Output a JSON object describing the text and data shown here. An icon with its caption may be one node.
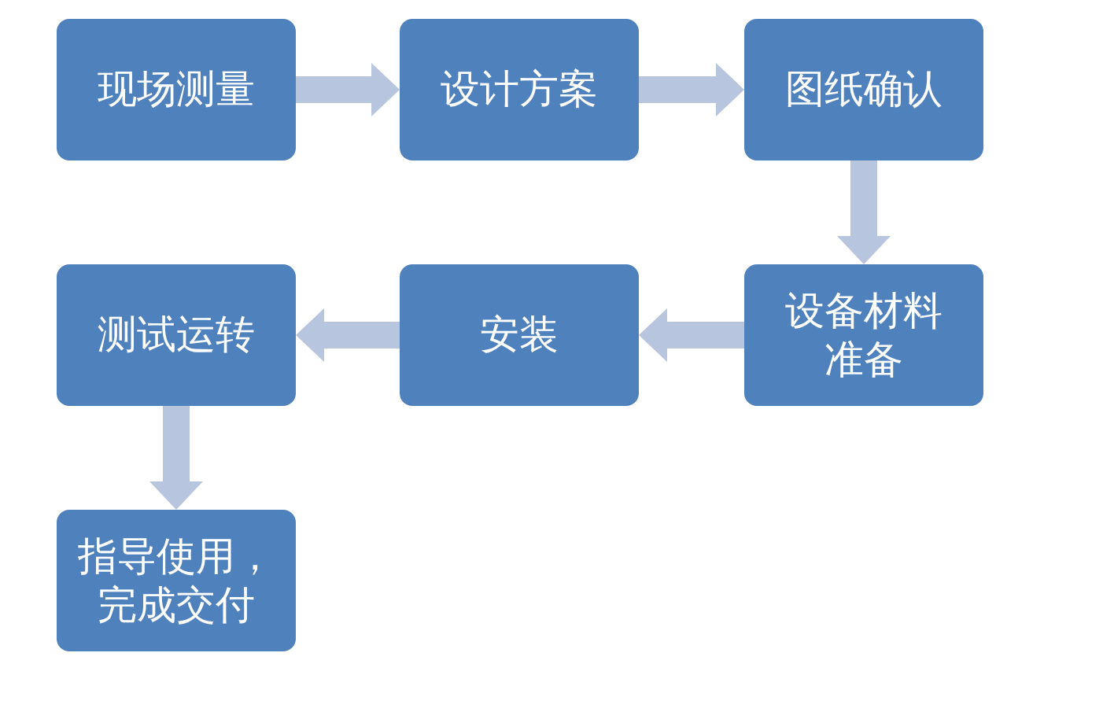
{
  "diagram": {
    "nodes": [
      {
        "text": [
          "现场测量"
        ]
      },
      {
        "text": [
          "设计方案"
        ]
      },
      {
        "text": [
          "图纸确认"
        ]
      },
      {
        "text": [
          "设备材料准备"
        ]
      },
      {
        "text": [
          "安装"
        ]
      },
      {
        "text": [
          "测试运转"
        ]
      },
      {
        "text": [
          "指导使用，完成交付"
        ]
      }
    ],
    "edges": [
      {
        "from": 0,
        "to": 1,
        "arrow": "to"
      },
      {
        "from": 1,
        "to": 2,
        "arrow": "to"
      },
      {
        "from": 2,
        "to": 3,
        "arrow": "to"
      },
      {
        "from": 3,
        "to": 4,
        "arrow": "to"
      },
      {
        "from": 4,
        "to": 5,
        "arrow": "to"
      },
      {
        "from": 5,
        "to": 6,
        "arrow": "to"
      }
    ]
  }
}
